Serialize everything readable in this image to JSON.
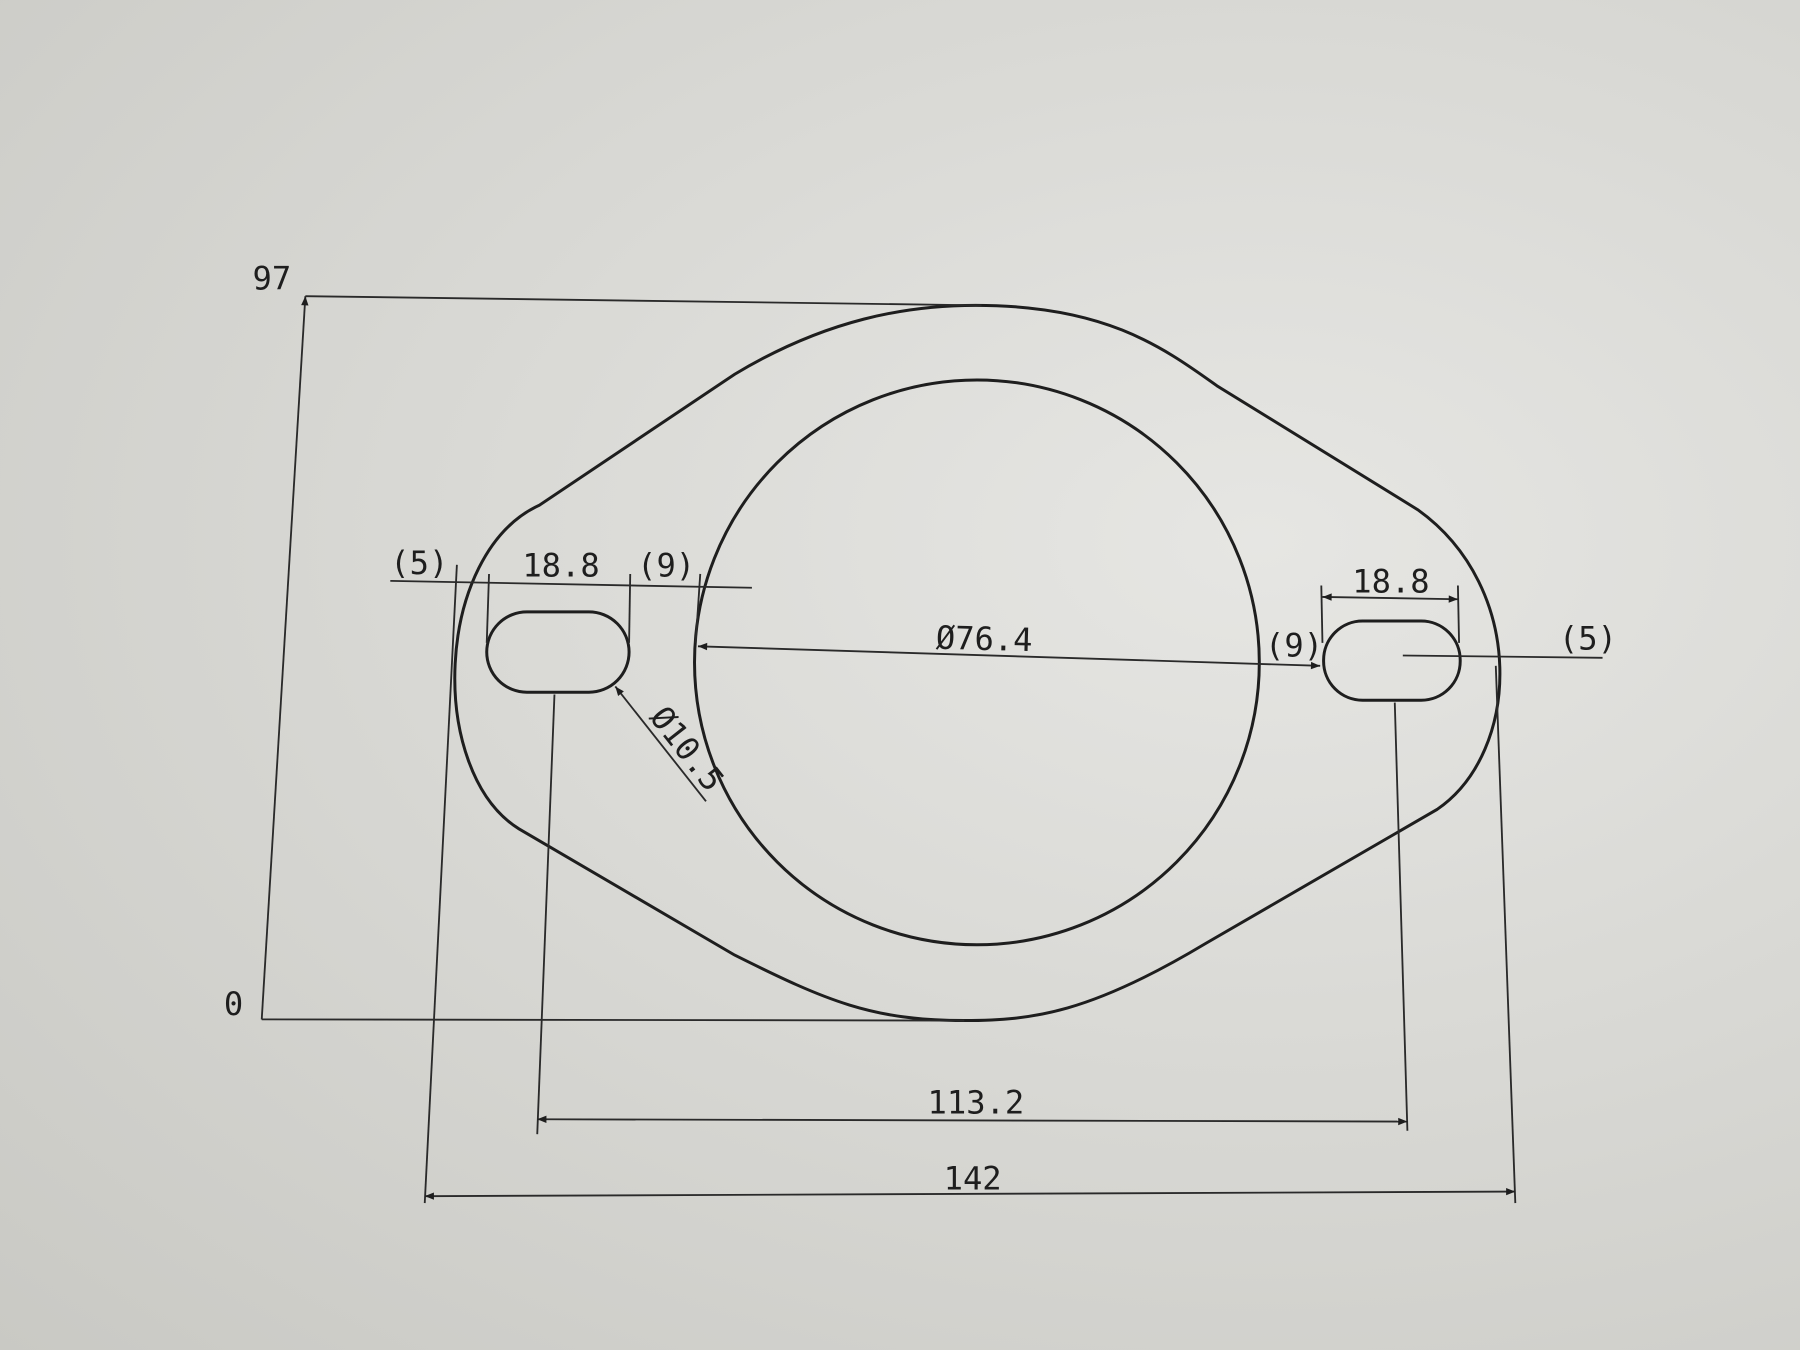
{
  "drawing": {
    "ink_color": "#1e1e1e",
    "paper_color": "#d9d9d5",
    "height_top_label": "97",
    "height_bottom_label": "0",
    "left_edge_offset": "(5)",
    "left_slot_width": "18.8",
    "left_slot_gap": "(9)",
    "bore_diameter": "Ø76.4",
    "right_slot_gap": "(9)",
    "right_slot_width": "18.8",
    "right_edge_offset": "(5)",
    "slot_diameter": "Ø10.5",
    "slot_center_distance": "113.2",
    "overall_width": "142"
  }
}
